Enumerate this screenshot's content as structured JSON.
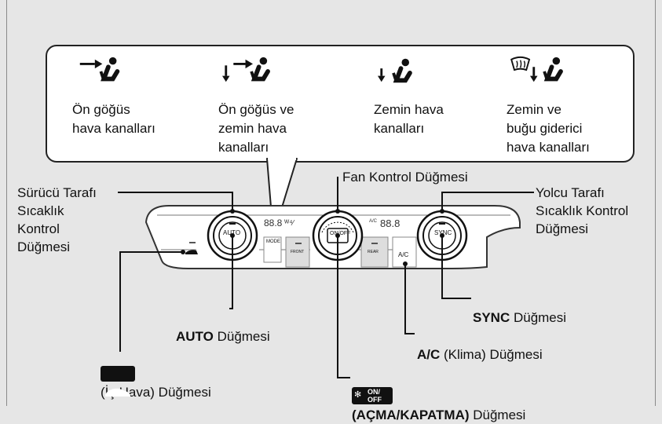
{
  "modes": [
    {
      "icon": "front-vent-icon",
      "label": "Ön göğüs\nhava kanalları"
    },
    {
      "icon": "front-and-floor-vent-icon",
      "label": "Ön göğüs ve\nzemin hava\nkanalları"
    },
    {
      "icon": "floor-vent-icon",
      "label": "Zemin hava\nkanalları"
    },
    {
      "icon": "floor-and-defrost-vent-icon",
      "label": "Zemin ve\nbuğu giderici\nhava kanalları"
    }
  ],
  "labels": {
    "driver_temp": "Sürücü Tarafı\nSıcaklık\nKontrol\nDüğmesi",
    "fan_control": "Fan Kontrol Düğmesi",
    "passenger_temp": "Yolcu Tarafı\nSıcaklık Kontrol\nDüğmesi",
    "auto_bold": "AUTO",
    "auto_rest": " Düğmesi",
    "sync_bold": "SYNC",
    "sync_rest": " Düğmesi",
    "ac_bold": "A/C",
    "ac_rest": " (Klima) Düğmesi",
    "recirc_rest": "(İç Hava) Düğmesi",
    "onoff_bold": "(AÇMA/KAPATMA)",
    "onoff_rest": " Düğmesi"
  },
  "panel": {
    "knob_auto": "AUTO",
    "knob_sync": "SYNC",
    "knob_fan": "ON/OFF",
    "btn_mode": "MODE",
    "btn_front": "FRONT",
    "btn_rear": "REAR",
    "btn_ac": "A/C",
    "onoff_chip": "ON/\nOFF"
  },
  "colors": {
    "ink": "#111111",
    "panel_bg": "#ffffff",
    "page_bg": "#e6e6e6"
  }
}
